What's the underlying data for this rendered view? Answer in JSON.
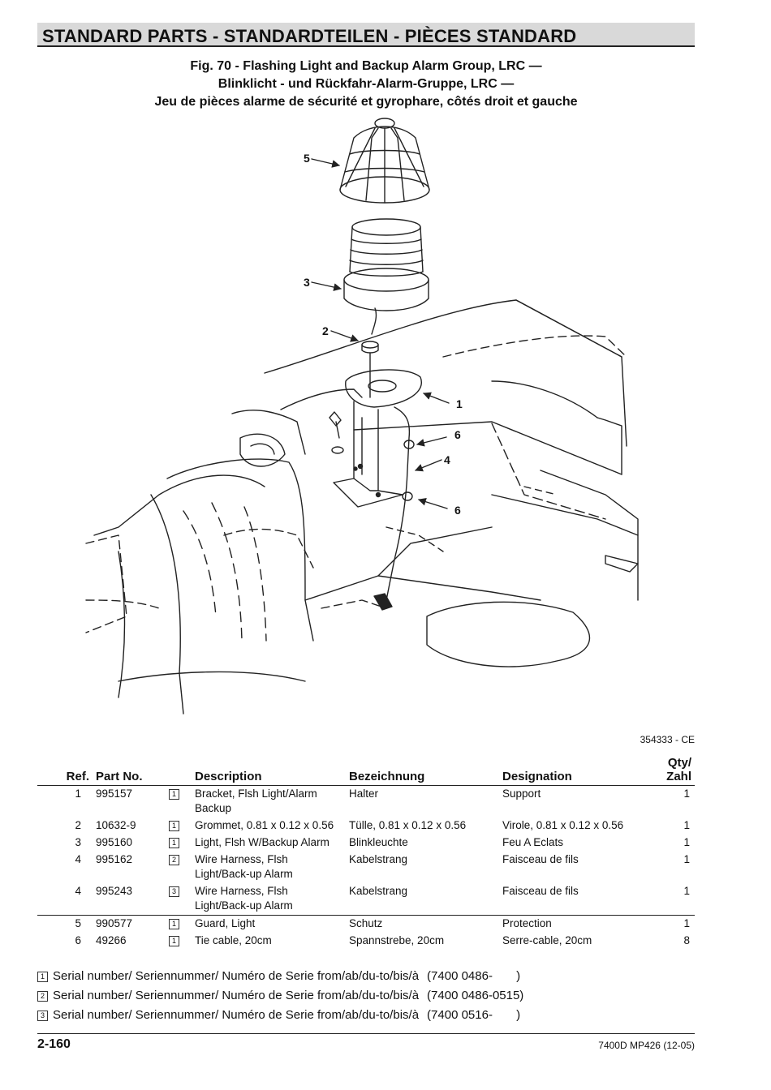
{
  "header": {
    "title": "STANDARD PARTS - STANDARDTEILEN - PIÈCES STANDARD"
  },
  "figure": {
    "title_lines": [
      "Fig. 70 - Flashing Light and Backup Alarm Group, LRC —",
      "Blinklicht - und Rückfahr-Alarm-Gruppe, LRC —",
      "Jeu de pièces alarme de sécurité et gyrophare, côtés droit et gauche"
    ],
    "callouts": {
      "c5": "5",
      "c3": "3",
      "c2": "2",
      "c1": "1",
      "c6a": "6",
      "c4": "4",
      "c6b": "6"
    },
    "drawing_number": "354333 - CE"
  },
  "table": {
    "headers": {
      "ref": "Ref.",
      "part": "Part No.",
      "description": "Description",
      "bezeichnung": "Bezeichnung",
      "designation": "Designation",
      "qty_line1": "Qty/",
      "qty_line2": "Zahl"
    },
    "rows": [
      {
        "ref": "1",
        "part": "995157",
        "note": "1",
        "description": "Bracket, Flsh Light/Alarm Backup",
        "bezeichnung": "Halter",
        "designation": "Support",
        "qty": "1"
      },
      {
        "ref": "2",
        "part": "10632-9",
        "note": "1",
        "description": "Grommet, 0.81 x 0.12 x 0.56",
        "bezeichnung": "Tülle, 0.81 x 0.12 x 0.56",
        "designation": "Virole, 0.81 x 0.12 x 0.56",
        "qty": "1"
      },
      {
        "ref": "3",
        "part": "995160",
        "note": "1",
        "description": "Light, Flsh W/Backup Alarm",
        "bezeichnung": "Blinkleuchte",
        "designation": "Feu A Eclats",
        "qty": "1"
      },
      {
        "ref": "4",
        "part": "995162",
        "note": "2",
        "description": "Wire Harness, Flsh Light/Back-up Alarm",
        "bezeichnung": "Kabelstrang",
        "designation": "Faisceau de fils",
        "qty": "1"
      },
      {
        "ref": "4",
        "part": "995243",
        "note": "3",
        "description": "Wire Harness, Flsh Light/Back-up Alarm",
        "bezeichnung": "Kabelstrang",
        "designation": "Faisceau de fils",
        "qty": "1"
      },
      {
        "ref": "5",
        "part": "990577",
        "note": "1",
        "description": "Guard, Light",
        "bezeichnung": "Schutz",
        "designation": "Protection",
        "qty": "1"
      },
      {
        "ref": "6",
        "part": "49266",
        "note": "1",
        "description": "Tie cable, 20cm",
        "bezeichnung": "Spannstrebe, 20cm",
        "designation": "Serre-cable, 20cm",
        "qty": "8"
      }
    ]
  },
  "notes": [
    {
      "mark": "1",
      "text": "Serial number/ Seriennummer/ Numéro de Serie from/ab/du-to/bis/à",
      "range": "(7400 0486-       )"
    },
    {
      "mark": "2",
      "text": "Serial number/ Seriennummer/ Numéro de Serie from/ab/du-to/bis/à",
      "range": "(7400 0486-0515)"
    },
    {
      "mark": "3",
      "text": "Serial number/ Seriennummer/ Numéro de Serie from/ab/du-to/bis/à",
      "range": "(7400 0516-       )"
    }
  ],
  "footer": {
    "page": "2-160",
    "doc": "7400D MP426 (12-05)"
  }
}
